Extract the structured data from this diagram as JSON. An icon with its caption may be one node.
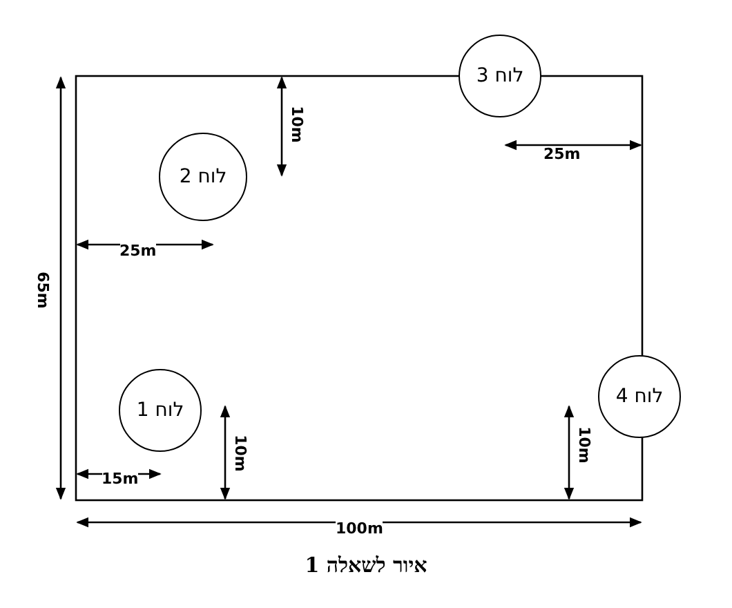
{
  "diagram": {
    "caption": "איור לשאלה 1",
    "nodes": [
      {
        "text": [
          "לוח 3"
        ]
      },
      {
        "text": [
          "לוח 2"
        ]
      },
      {
        "text": [
          "לוח 4"
        ]
      },
      {
        "text": [
          "לוח 1"
        ]
      }
    ],
    "labels": [
      "10m",
      "25m",
      "25m",
      "65m",
      "10m",
      "10m",
      "15m",
      "100m"
    ]
  }
}
